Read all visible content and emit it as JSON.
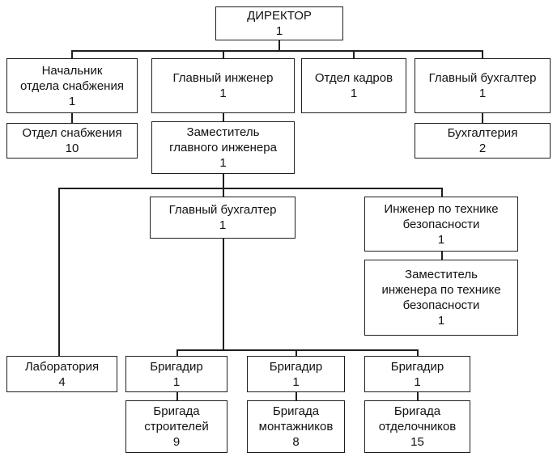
{
  "diagram": {
    "type": "org-chart",
    "nodes": {
      "director": {
        "label": "ДИРЕКТОР",
        "count": "1"
      },
      "supply_head": {
        "label": "Начальник\nотдела снабжения",
        "count": "1"
      },
      "chief_engineer": {
        "label": "Главный инженер",
        "count": "1"
      },
      "hr_department": {
        "label": "Отдел кадров",
        "count": "1"
      },
      "chief_accountant": {
        "label": "Главный бухгалтер",
        "count": "1"
      },
      "supply_department": {
        "label": "Отдел снабжения",
        "count": "10"
      },
      "deputy_chief_engineer": {
        "label": "Заместитель\nглавного инженера",
        "count": "1"
      },
      "accounting": {
        "label": "Бухгалтерия",
        "count": "2"
      },
      "chief_accountant_2": {
        "label": "Главный бухгалтер",
        "count": "1"
      },
      "safety_engineer": {
        "label": "Инженер по технике\nбезопасности",
        "count": "1"
      },
      "deputy_safety_engineer": {
        "label": "Заместитель\nинженера по технике\nбезопасности",
        "count": "1"
      },
      "laboratory": {
        "label": "Лаборатория",
        "count": "4"
      },
      "foreman_1": {
        "label": "Бригадир",
        "count": "1"
      },
      "foreman_2": {
        "label": "Бригадир",
        "count": "1"
      },
      "foreman_3": {
        "label": "Бригадир",
        "count": "1"
      },
      "brigade_builders": {
        "label": "Бригада\nстроителей",
        "count": "9"
      },
      "brigade_installers": {
        "label": "Бригада\nмонтажников",
        "count": "8"
      },
      "brigade_finishers": {
        "label": "Бригада\nотделочников",
        "count": "15"
      }
    },
    "edges": [
      {
        "from": "director",
        "to": "supply_head"
      },
      {
        "from": "director",
        "to": "chief_engineer"
      },
      {
        "from": "director",
        "to": "hr_department"
      },
      {
        "from": "director",
        "to": "chief_accountant"
      },
      {
        "from": "supply_head",
        "to": "supply_department"
      },
      {
        "from": "chief_engineer",
        "to": "deputy_chief_engineer"
      },
      {
        "from": "chief_accountant",
        "to": "accounting"
      },
      {
        "from": "deputy_chief_engineer",
        "to": "laboratory"
      },
      {
        "from": "deputy_chief_engineer",
        "to": "chief_accountant_2"
      },
      {
        "from": "deputy_chief_engineer",
        "to": "safety_engineer"
      },
      {
        "from": "safety_engineer",
        "to": "deputy_safety_engineer"
      },
      {
        "from": "chief_accountant_2",
        "to": "foreman_1"
      },
      {
        "from": "chief_accountant_2",
        "to": "foreman_2"
      },
      {
        "from": "chief_accountant_2",
        "to": "foreman_3"
      },
      {
        "from": "foreman_1",
        "to": "brigade_builders"
      },
      {
        "from": "foreman_2",
        "to": "brigade_installers"
      },
      {
        "from": "foreman_3",
        "to": "brigade_finishers"
      }
    ]
  }
}
